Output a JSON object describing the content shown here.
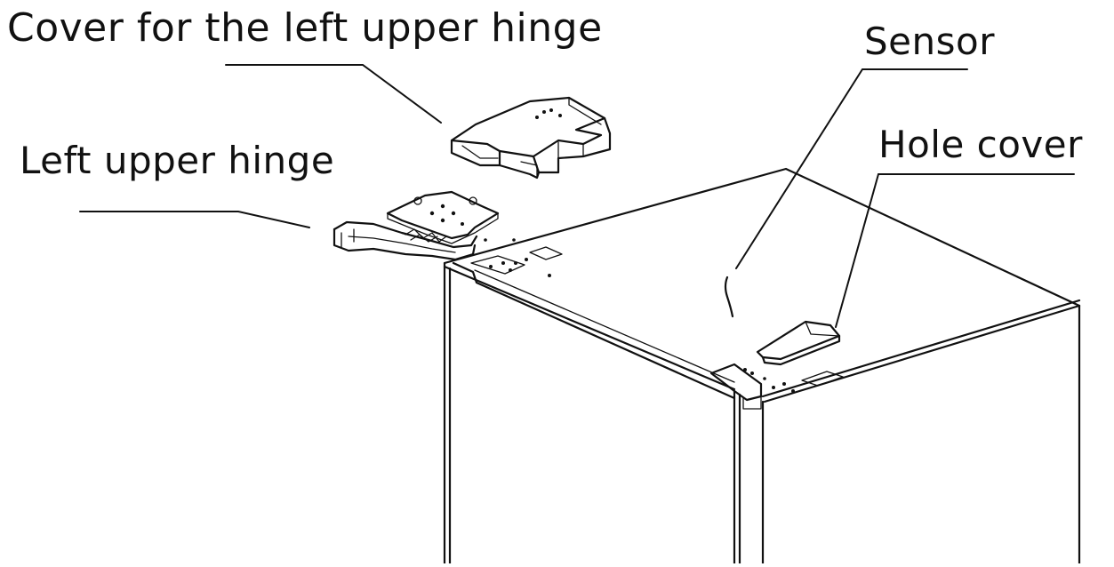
{
  "labels": {
    "cover_left_upper_hinge": "Cover for the left upper hinge",
    "left_upper_hinge": "Left upper hinge",
    "sensor": "Sensor",
    "hole_cover": "Hole cover"
  },
  "colors": {
    "line": "#111111",
    "background": "#ffffff"
  }
}
